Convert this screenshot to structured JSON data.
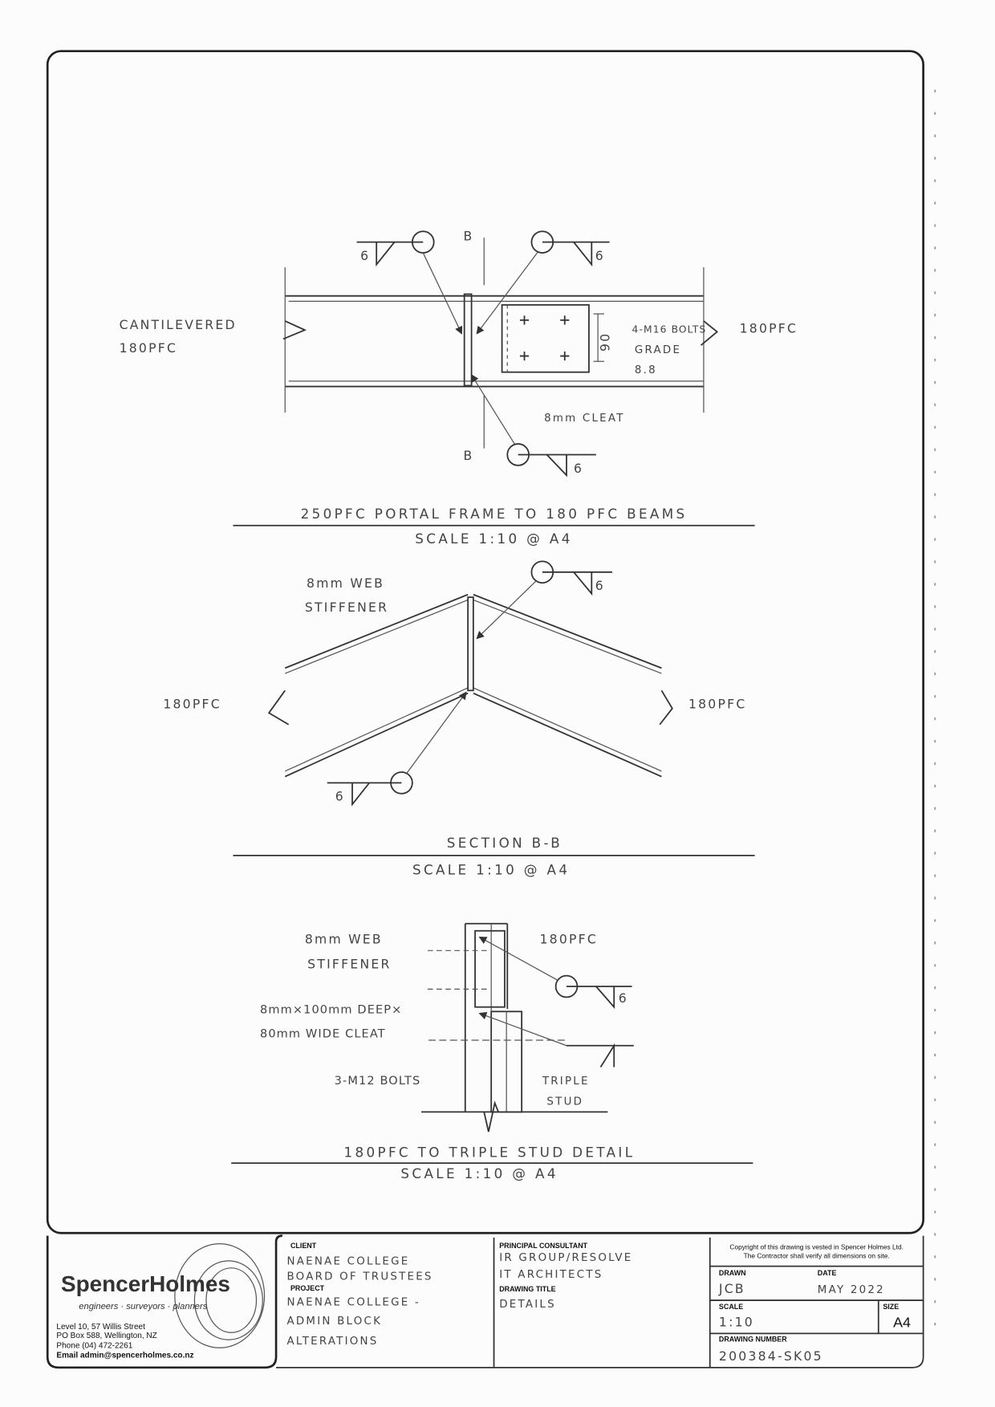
{
  "details": {
    "portal": {
      "title": "250PFC PORTAL FRAME TO 180 PFC BEAMS",
      "scale": "SCALE 1:10 @ A4",
      "left_label_1": "CANTILEVERED",
      "left_label_2": "180PFC",
      "right_label": "180PFC",
      "bolts_1": "4-M16 BOLTS",
      "bolts_2": "GRADE",
      "bolts_3": "8.8",
      "dim": "90",
      "cleat": "8mm CLEAT",
      "section_mark": "B",
      "weld_size": "6"
    },
    "section": {
      "title": "SECTION B-B",
      "scale": "SCALE 1:10 @ A4",
      "stiffener_1": "8mm WEB",
      "stiffener_2": "STIFFENER",
      "left_label": "180PFC",
      "right_label": "180PFC",
      "weld_size": "6"
    },
    "stud": {
      "title": "180PFC TO TRIPLE STUD DETAIL",
      "scale": "SCALE 1:10 @ A4",
      "stiffener_1": "8mm WEB",
      "stiffener_2": "STIFFENER",
      "cleat_1": "8mm×100mm DEEP×",
      "cleat_2": "80mm WIDE CLEAT",
      "bolts": "3-M12 BOLTS",
      "pfc": "180PFC",
      "stud_1": "TRIPLE",
      "stud_2": "STUD",
      "weld_size": "6"
    }
  },
  "title_block": {
    "logo": {
      "name": "SpencerHolmes",
      "tagline": "engineers · surveyors · planners"
    },
    "address": [
      "Level 10, 57 Willis Street",
      "PO Box 588, Wellington, NZ",
      "Phone (04) 472-2261",
      "Email admin@spencerholmes.co.nz"
    ],
    "client_label": "CLIENT",
    "client": [
      "NAENAE COLLEGE",
      "BOARD OF TRUSTEES"
    ],
    "project_label": "PROJECT",
    "project": [
      "NAENAE COLLEGE -",
      "ADMIN BLOCK",
      "ALTERATIONS"
    ],
    "consultant_label": "PRINCIPAL CONSULTANT",
    "consultant": [
      "IR GROUP/RESOLVE",
      "IT ARCHITECTS"
    ],
    "drawing_title_label": "DRAWING TITLE",
    "drawing_title": "DETAILS",
    "copyright": [
      "Copyright of this drawing is vested in Spencer Holmes Ltd.",
      "The Contractor shall verify all dimensions on site."
    ],
    "drawn_label": "DRAWN",
    "drawn": "JCB",
    "date_label": "DATE",
    "date": "MAY 2022",
    "scale_label": "SCALE",
    "scale": "1:10",
    "size_label": "SIZE",
    "size": "A4",
    "drawing_number_label": "DRAWING NUMBER",
    "drawing_number": "200384-SK05"
  }
}
